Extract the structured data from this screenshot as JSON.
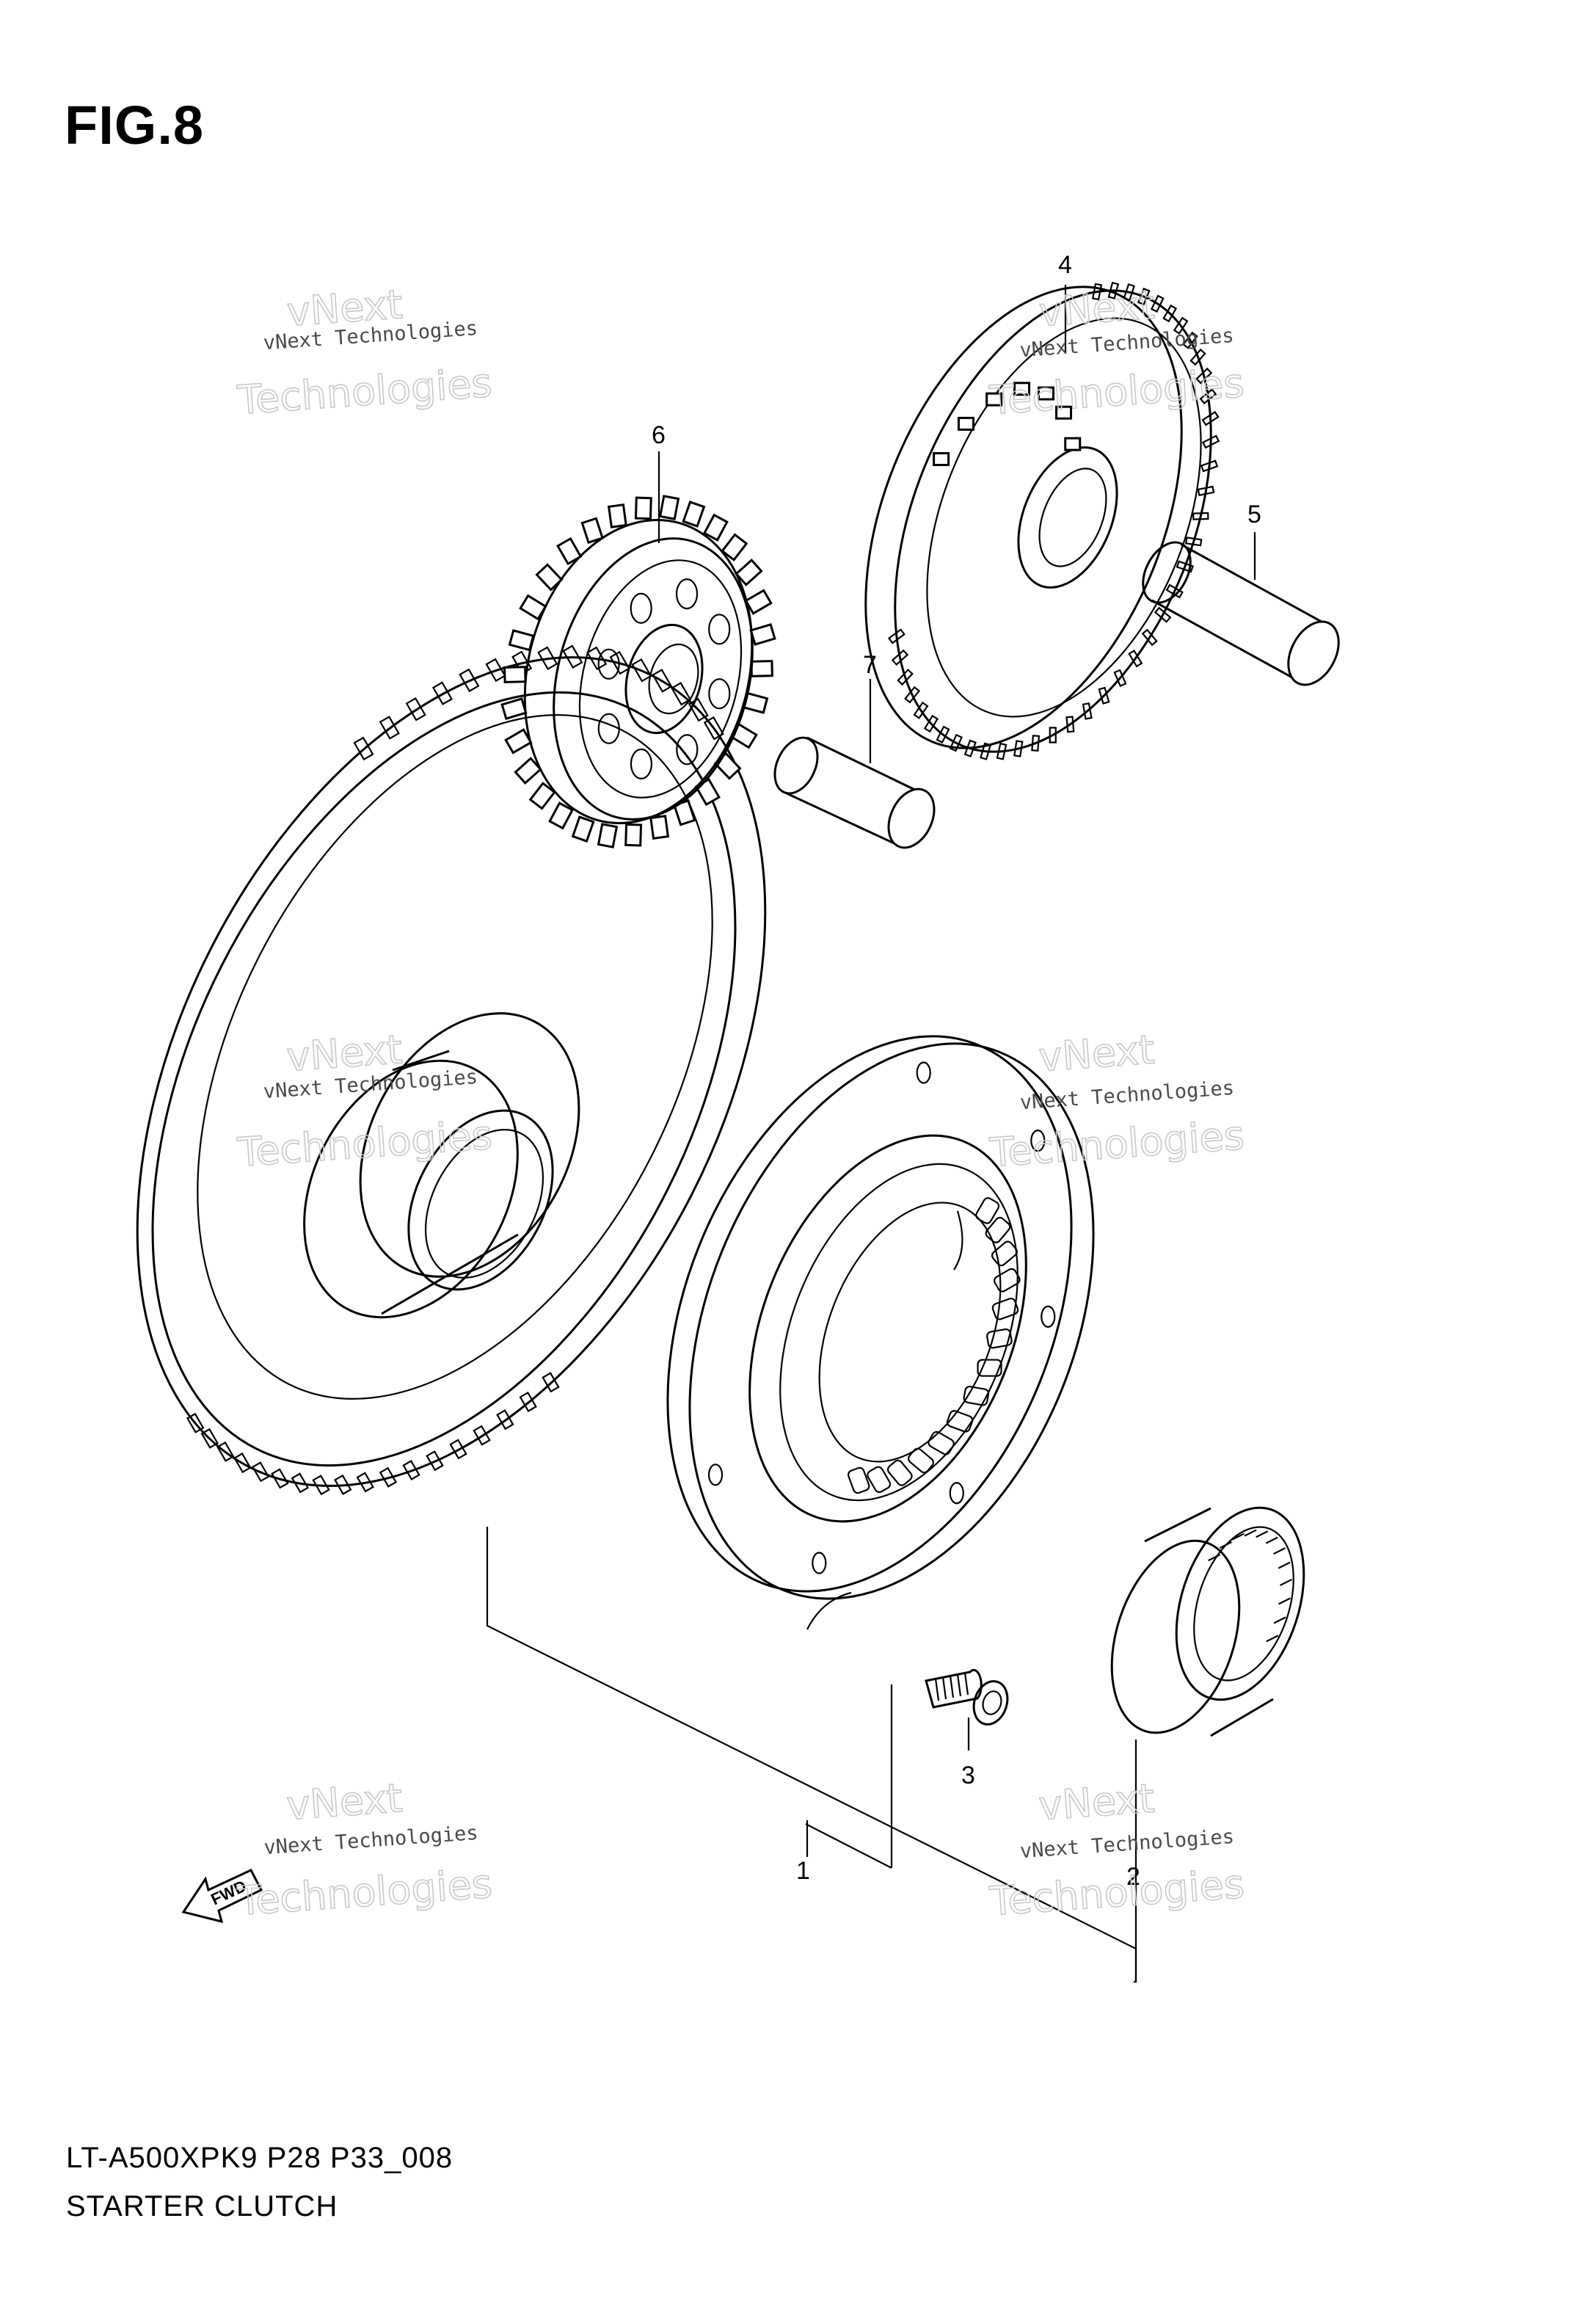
{
  "figure": {
    "label": "FIG.8"
  },
  "footer": {
    "code": "LT-A500XPK9 P28 P33_008",
    "title": "STARTER CLUTCH"
  },
  "fwd_arrow": {
    "text": "FWD"
  },
  "callouts": [
    {
      "number": "1",
      "part": "starter-clutch-assembly"
    },
    {
      "number": "2",
      "part": "needle-bearing"
    },
    {
      "number": "3",
      "part": "bolt"
    },
    {
      "number": "4",
      "part": "starter-idle-gear-no1"
    },
    {
      "number": "5",
      "part": "shaft-long"
    },
    {
      "number": "6",
      "part": "starter-idle-gear-no2"
    },
    {
      "number": "7",
      "part": "shaft-short"
    }
  ],
  "watermark": {
    "small": "vNext Technologies",
    "big_line1": "vNext",
    "big_line2": "Technologies"
  }
}
